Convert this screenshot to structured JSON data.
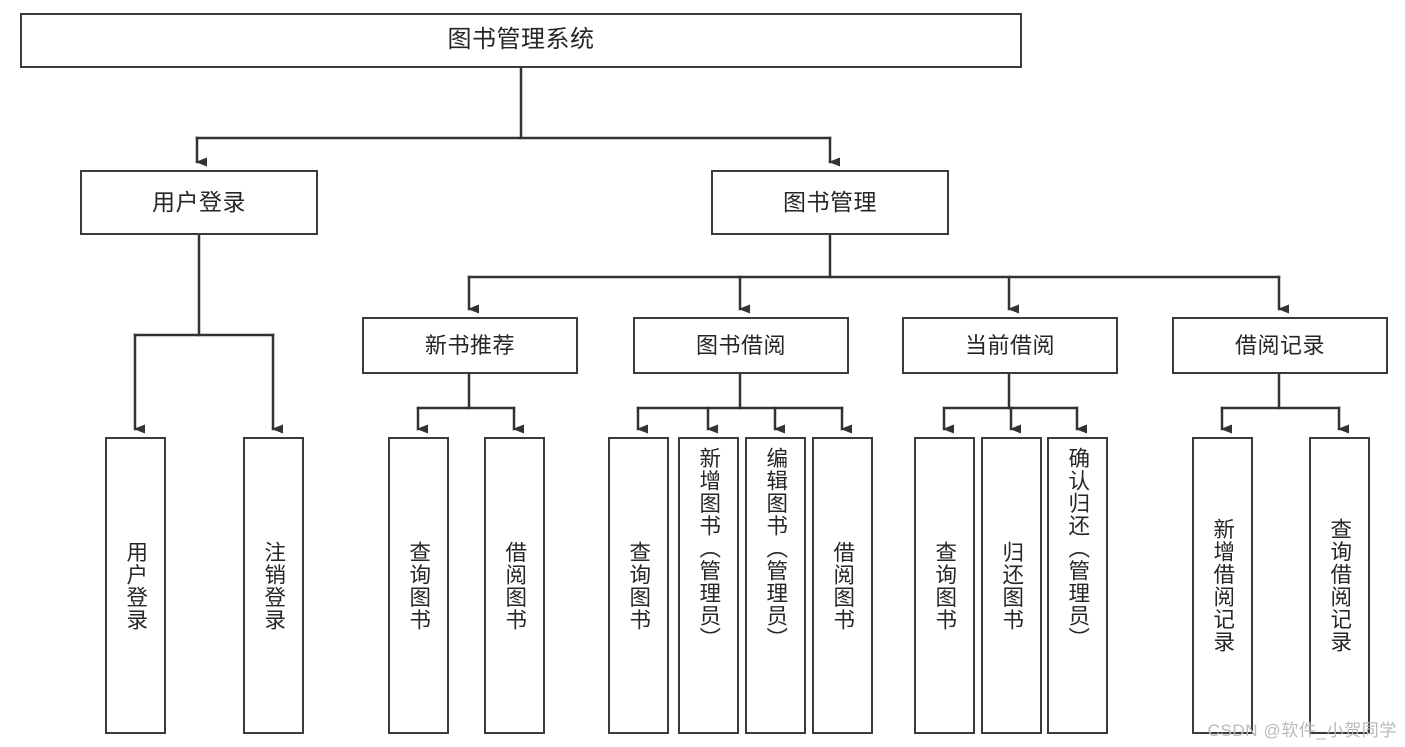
{
  "diagram": {
    "type": "hierarchy-tree",
    "title": "图书管理系统",
    "watermark": "CSDN @软件_小贺同学",
    "colors": {
      "background": "#ffffff",
      "border": "#3b3b3b",
      "text": "#262626",
      "edge": "#333333",
      "watermark": "#b9b9b9"
    },
    "nodes": {
      "root": {
        "label": "图书管理系统",
        "level": 0
      },
      "user_login": {
        "label": "用户登录",
        "level": 1
      },
      "book_manage": {
        "label": "图书管理",
        "level": 1
      },
      "new_book_rec": {
        "label": "新书推荐",
        "level": 2
      },
      "book_borrow": {
        "label": "图书借阅",
        "level": 2
      },
      "current_borrow": {
        "label": "当前借阅",
        "level": 2
      },
      "borrow_record": {
        "label": "借阅记录",
        "level": 2
      },
      "leaf_user_login": {
        "label": "用户登录",
        "level": 3
      },
      "leaf_logout": {
        "label": "注销登录",
        "level": 3
      },
      "leaf_query_book_1": {
        "label": "查询图书",
        "level": 3
      },
      "leaf_borrow_book_1": {
        "label": "借阅图书",
        "level": 3
      },
      "leaf_query_book_2": {
        "label": "查询图书",
        "level": 3
      },
      "leaf_add_book": {
        "label": "新增图书（管理员）",
        "level": 3
      },
      "leaf_edit_book": {
        "label": "编辑图书（管理员）",
        "level": 3
      },
      "leaf_borrow_book_2": {
        "label": "借阅图书",
        "level": 3
      },
      "leaf_query_book_3": {
        "label": "查询图书",
        "level": 3
      },
      "leaf_return_book": {
        "label": "归还图书",
        "level": 3
      },
      "leaf_confirm_return": {
        "label": "确认归还（管理员）",
        "level": 3
      },
      "leaf_add_record": {
        "label": "新增借阅记录",
        "level": 3
      },
      "leaf_query_record": {
        "label": "查询借阅记录",
        "level": 3
      }
    },
    "edges": [
      {
        "from": "root",
        "to": "user_login"
      },
      {
        "from": "root",
        "to": "book_manage"
      },
      {
        "from": "user_login",
        "to": "leaf_user_login"
      },
      {
        "from": "user_login",
        "to": "leaf_logout"
      },
      {
        "from": "book_manage",
        "to": "new_book_rec"
      },
      {
        "from": "book_manage",
        "to": "book_borrow"
      },
      {
        "from": "book_manage",
        "to": "current_borrow"
      },
      {
        "from": "book_manage",
        "to": "borrow_record"
      },
      {
        "from": "new_book_rec",
        "to": "leaf_query_book_1"
      },
      {
        "from": "new_book_rec",
        "to": "leaf_borrow_book_1"
      },
      {
        "from": "book_borrow",
        "to": "leaf_query_book_2"
      },
      {
        "from": "book_borrow",
        "to": "leaf_add_book"
      },
      {
        "from": "book_borrow",
        "to": "leaf_edit_book"
      },
      {
        "from": "book_borrow",
        "to": "leaf_borrow_book_2"
      },
      {
        "from": "current_borrow",
        "to": "leaf_query_book_3"
      },
      {
        "from": "current_borrow",
        "to": "leaf_return_book"
      },
      {
        "from": "current_borrow",
        "to": "leaf_confirm_return"
      },
      {
        "from": "borrow_record",
        "to": "leaf_add_record"
      },
      {
        "from": "borrow_record",
        "to": "leaf_query_record"
      }
    ]
  }
}
